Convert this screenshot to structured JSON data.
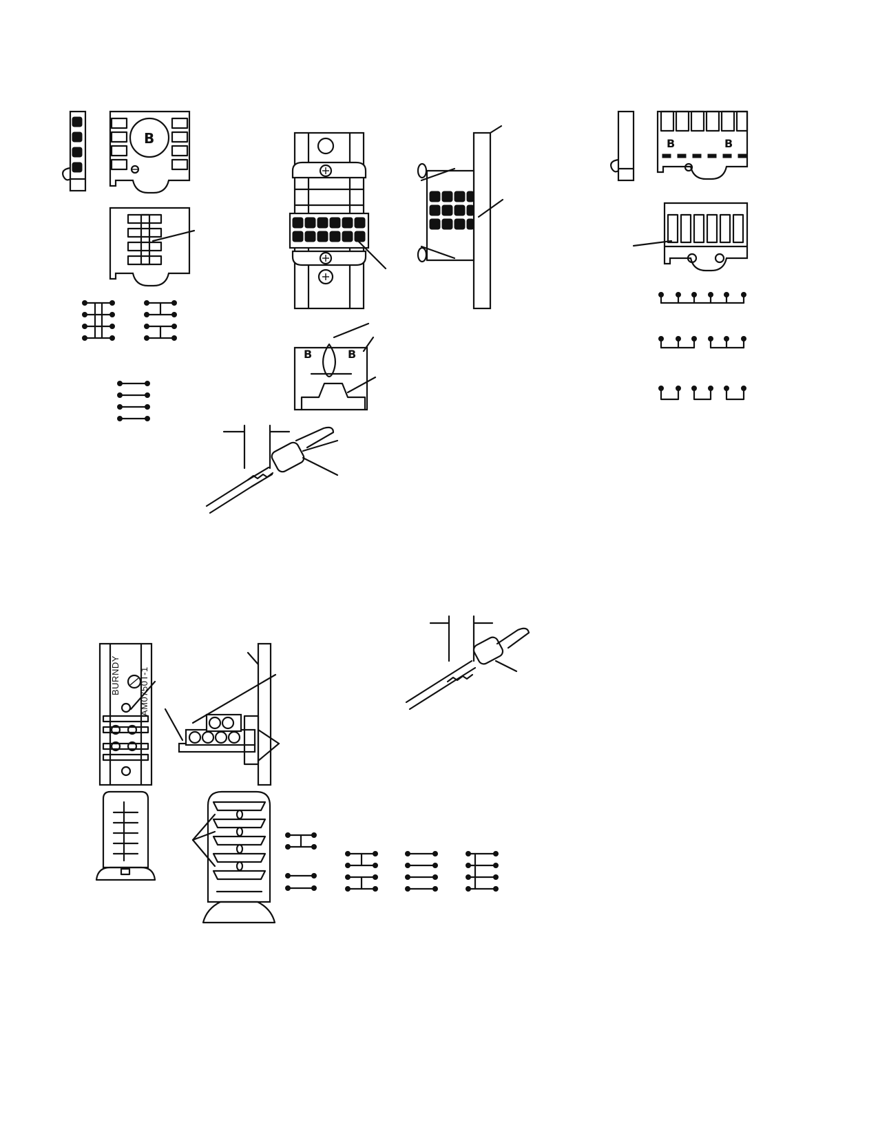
{
  "figure": {
    "block_label_brand": "BURNDY",
    "block_label_part": "AM0750T-1"
  },
  "icons": {
    "brand_mark": "B"
  },
  "colors": {
    "ink": "#111111",
    "paper": "#ffffff"
  }
}
